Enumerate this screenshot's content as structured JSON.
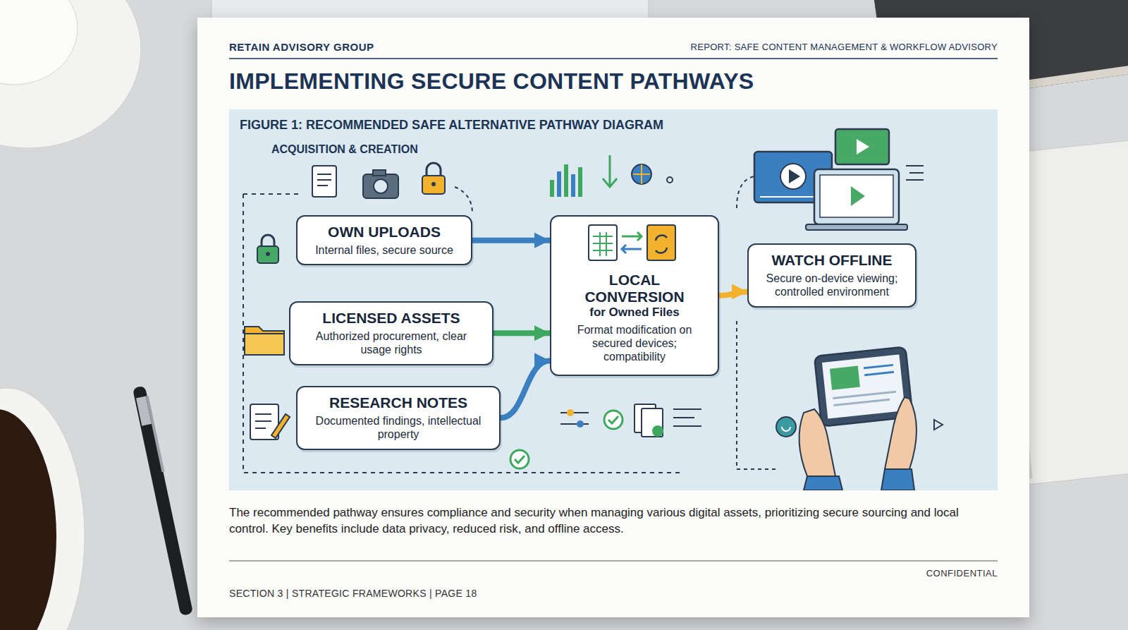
{
  "diagram": {
    "title": "IMPLEMENTING SECURE CONTENT PATHWAYS",
    "caption": "The recommended pathway ensures compliance and security when managing various digital assets, prioritizing secure sourcing and local control. Key benefits include data privacy, reduced risk, and offline access.",
    "nodes": [
      {
        "text": [
          "OWN UPLOADS",
          "Internal files, secure source"
        ]
      },
      {
        "text": [
          "LICENSED ASSETS",
          "Authorized procurement, clear usage rights"
        ]
      },
      {
        "text": [
          "RESEARCH NOTES",
          "Documented findings, intellectual property"
        ]
      },
      {
        "text": [
          "LOCAL CONVERSION",
          "for Owned Files",
          "Format modification on secured devices; compatibility"
        ]
      },
      {
        "text": [
          "WATCH OFFLINE",
          "Secure on-device viewing; controlled environment"
        ]
      }
    ],
    "edges": [
      {
        "from": 0,
        "to": 3,
        "arrow": "to"
      },
      {
        "from": 1,
        "to": 3,
        "arrow": "to"
      },
      {
        "from": 2,
        "to": 3,
        "arrow": "to"
      },
      {
        "from": 3,
        "to": 4,
        "arrow": "to"
      }
    ],
    "labels": [
      "RETAIN ADVISORY GROUP",
      "REPORT: SAFE CONTENT MANAGEMENT & WORKFLOW ADVISORY",
      "FIGURE 1: RECOMMENDED SAFE ALTERNATIVE PATHWAY DIAGRAM",
      "ACQUISITION & CREATION",
      "CONFIDENTIAL",
      "SECTION 3 | STRATEGIC FRAMEWORKS | PAGE 18"
    ]
  }
}
